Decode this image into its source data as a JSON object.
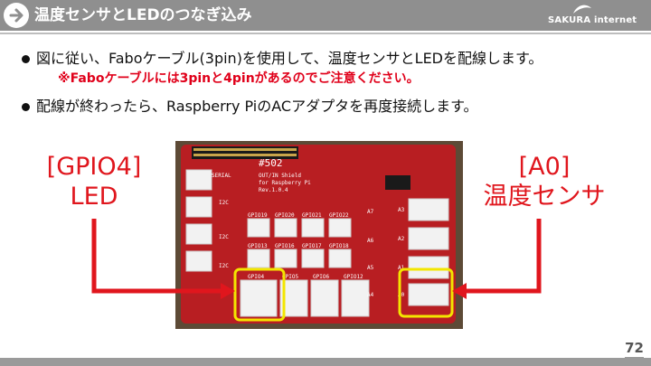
{
  "header": {
    "title": "温度センサとLEDのつなぎ込み",
    "logo_text": "SAKURA internet"
  },
  "bullets": [
    "図に従い、Faboケーブル(3pin)を使用して、温度センサとLEDを配線します。",
    "配線が終わったら、Raspberry PiのACアダプタを再度接続します。"
  ],
  "note": "※Faboケーブルには3pinと4pinがあるのでご注意ください。",
  "labels": {
    "left_line1": "[GPIO4]",
    "left_line2": "LED",
    "right_line1": "[A0]",
    "right_line2": "温度センサ"
  },
  "board": {
    "model": "#502",
    "name_line1": "OUT/IN Shield",
    "name_line2": "for Raspberry Pi",
    "rev": "Rev.1.0.4",
    "serial_label": "SERIAL",
    "row1_ports": [
      "GPIO19",
      "GPIO20",
      "GPIO21",
      "GPIO22"
    ],
    "row2_ports": [
      "GPIO13",
      "GPIO16",
      "GPIO17",
      "GPIO18"
    ],
    "row3_ports": [
      "GPIO4",
      "GPIO5",
      "GPIO6",
      "GPIO12"
    ],
    "analog_ports": [
      "A7",
      "A3",
      "A6",
      "A2",
      "A5",
      "A1",
      "A4",
      "A0"
    ],
    "i2c_labels": [
      "I2C",
      "I2C",
      "I2C"
    ]
  },
  "page_number": "72",
  "colors": {
    "header_bg": "#8f8f8f",
    "accent_red": "#e0161d",
    "highlight_yellow": "#f3e600",
    "board_red": "#b81e22"
  }
}
